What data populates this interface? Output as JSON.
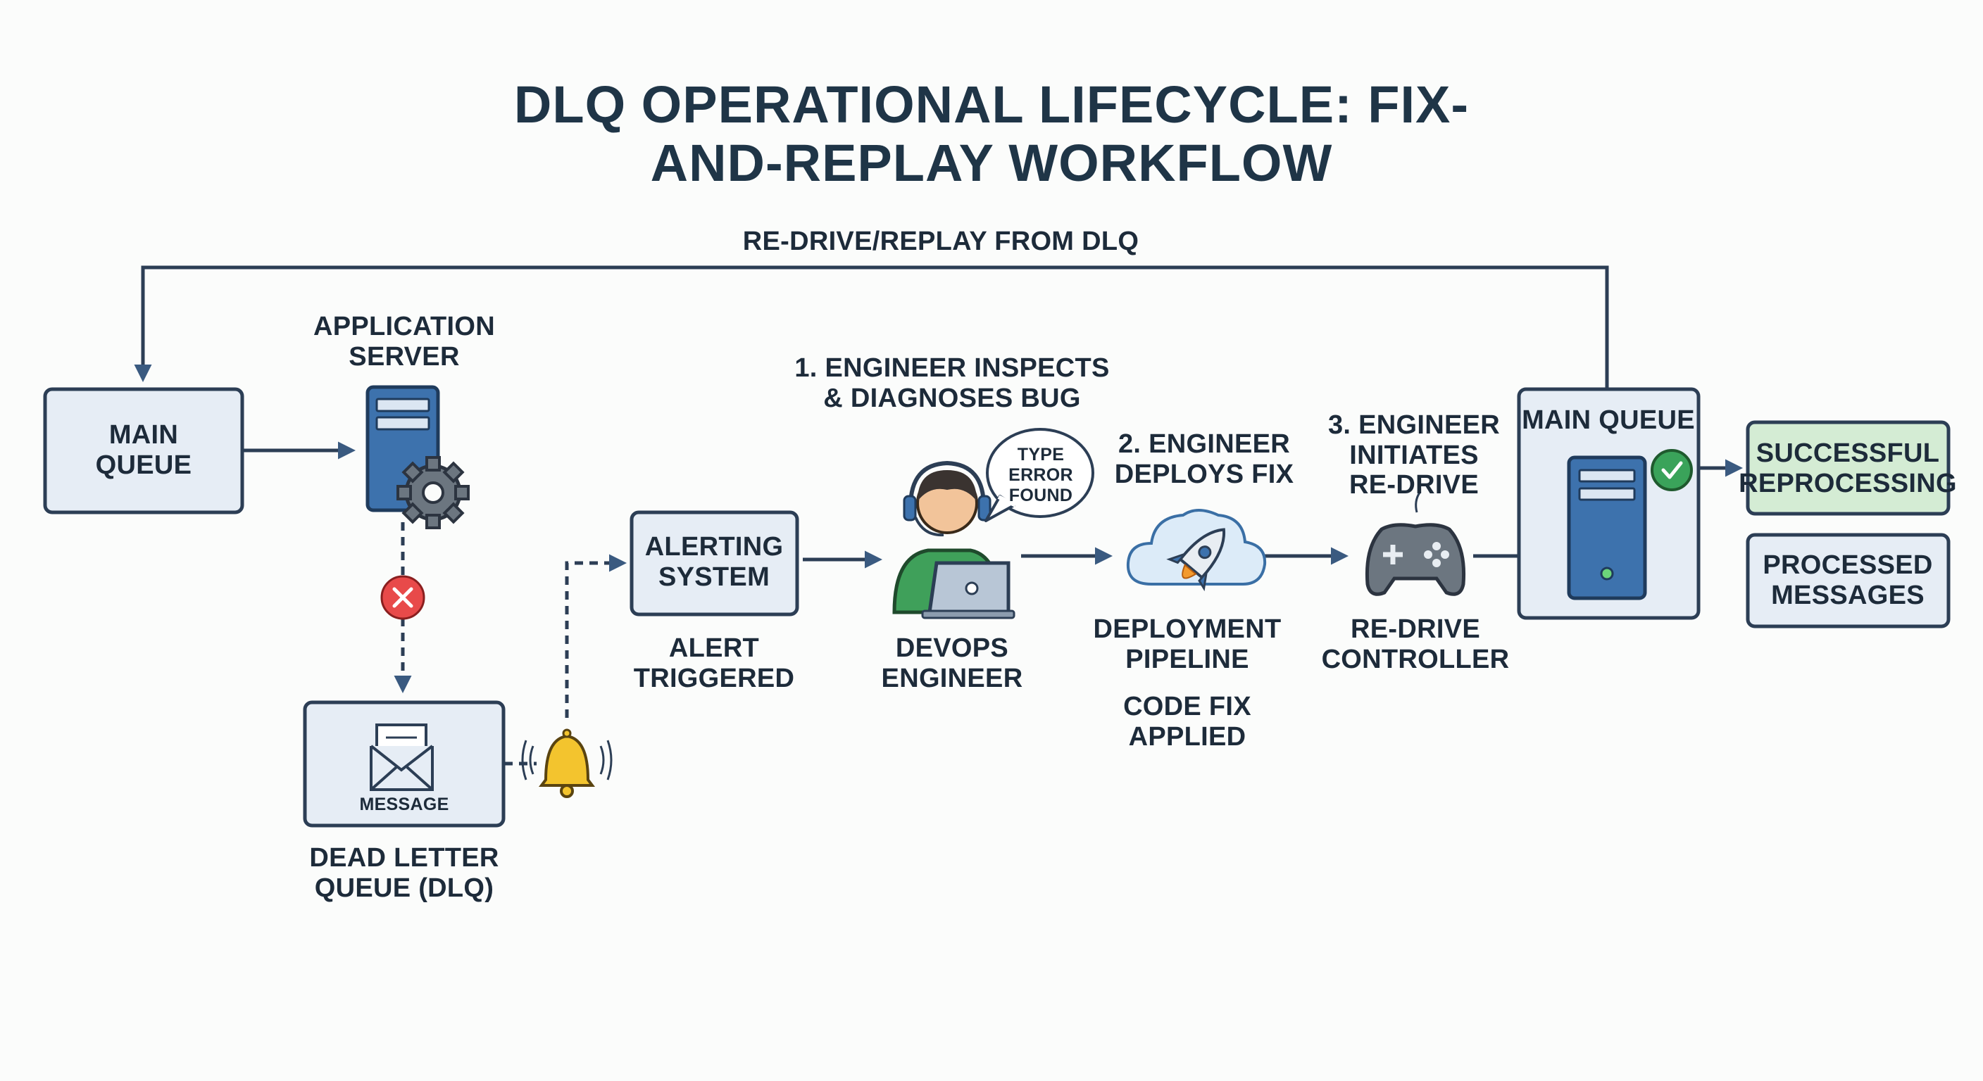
{
  "title": "DLQ OPERATIONAL LIFECYCLE: FIX-AND-REPLAY WORKFLOW",
  "colors": {
    "ink": "#1d2b3a",
    "stroke": "#2c3e55",
    "box_fill": "#e6edf5",
    "server_blue": "#3d72ad",
    "success_fill": "#d4ecd4",
    "error_red": "#e84a4a",
    "bell_yellow": "#f3c42e",
    "check_green": "#3aa35a"
  },
  "loop_label": "RE-DRIVE/REPLAY FROM DLQ",
  "nodes": {
    "main_queue_left": {
      "label": "MAIN\nQUEUE"
    },
    "app_server": {
      "label": "APPLICATION\nSERVER",
      "icon": "server-gear-icon"
    },
    "dlq": {
      "label": "DEAD LETTER\nQUEUE (DLQ)",
      "message_label": "MESSAGE",
      "icon": "envelope-icon"
    },
    "alerting": {
      "label": "ALERTING\nSYSTEM",
      "caption": "ALERT\nTRIGGERED",
      "icon": "bell-icon"
    },
    "engineer": {
      "label": "DEVOPS\nENGINEER",
      "step": "1. ENGINEER INSPECTS\n& DIAGNOSES BUG",
      "bubble": "TYPE\nERROR\nFOUND",
      "icon": "engineer-laptop-icon"
    },
    "pipeline": {
      "label": "DEPLOYMENT\nPIPELINE",
      "step": "2. ENGINEER\nDEPLOYS FIX",
      "caption": "CODE FIX\nAPPLIED",
      "icon": "cloud-rocket-icon"
    },
    "controller": {
      "label": "RE-DRIVE\nCONTROLLER",
      "step": "3. ENGINEER\nINITIATES\nRE-DRIVE",
      "icon": "gamepad-icon"
    },
    "main_queue_right": {
      "label": "MAIN QUEUE",
      "icon": "server-check-icon"
    },
    "success": {
      "label": "SUCCESSFUL\nREPROCESSING"
    },
    "processed": {
      "label": "PROCESSED\nMESSAGES"
    }
  }
}
